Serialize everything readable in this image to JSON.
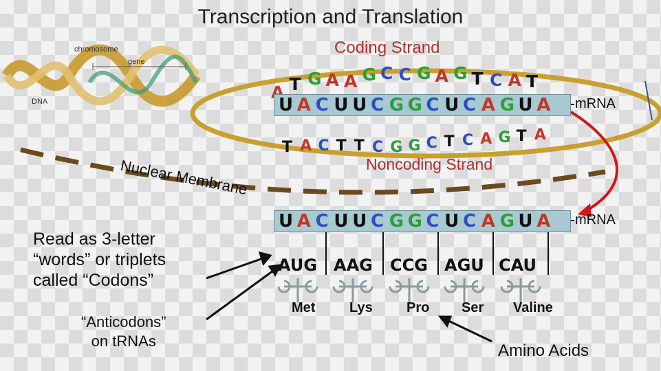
{
  "title": "Transcription and Translation",
  "coding_strand_label": "Coding Strand",
  "noncoding_strand_label": "Noncoding Strand",
  "nuclear_membrane_label": "Nuclear Membrane",
  "mrna_label_top": "mRNA",
  "mrna_label_bottom": "mRNA",
  "dna_labels": {
    "chromosome": "chromosome",
    "gene": "gene",
    "dna": "DNA"
  },
  "coding_strand": [
    "A",
    "T",
    "G",
    "A",
    "A",
    "G",
    "C",
    "C",
    "G",
    "A",
    "G",
    "T",
    "C",
    "A",
    "T"
  ],
  "mrna": [
    "U",
    "A",
    "C",
    "U",
    "U",
    "C",
    "G",
    "G",
    "C",
    "U",
    "C",
    "A",
    "G",
    "U",
    "A"
  ],
  "noncoding_strand": [
    "T",
    "A",
    "C",
    "T",
    "T",
    "C",
    "G",
    "G",
    "C",
    "T",
    "C",
    "A",
    "G",
    "T",
    "A"
  ],
  "codons": [
    "AUG",
    "AAG",
    "CCG",
    "AGU",
    "CAU"
  ],
  "amino_acids": [
    "Met",
    "Lys",
    "Pro",
    "Ser",
    "Valine"
  ],
  "notes": {
    "codons_line1": "Read as 3-letter",
    "codons_line2": "“words” or triplets",
    "codons_line3": "called “Codons”",
    "anticodons_line1": "“Anticodons”",
    "anticodons_line2": "on tRNAs",
    "amino_acids": "Amino Acids"
  },
  "colors": {
    "A": "#c0392b",
    "T": "#111111",
    "U": "#111111",
    "G": "#2e9e3a",
    "C": "#2f4ec4",
    "membrane": "#6b4a1e",
    "arrow": "#d01818",
    "helix": "#d4a63a"
  }
}
